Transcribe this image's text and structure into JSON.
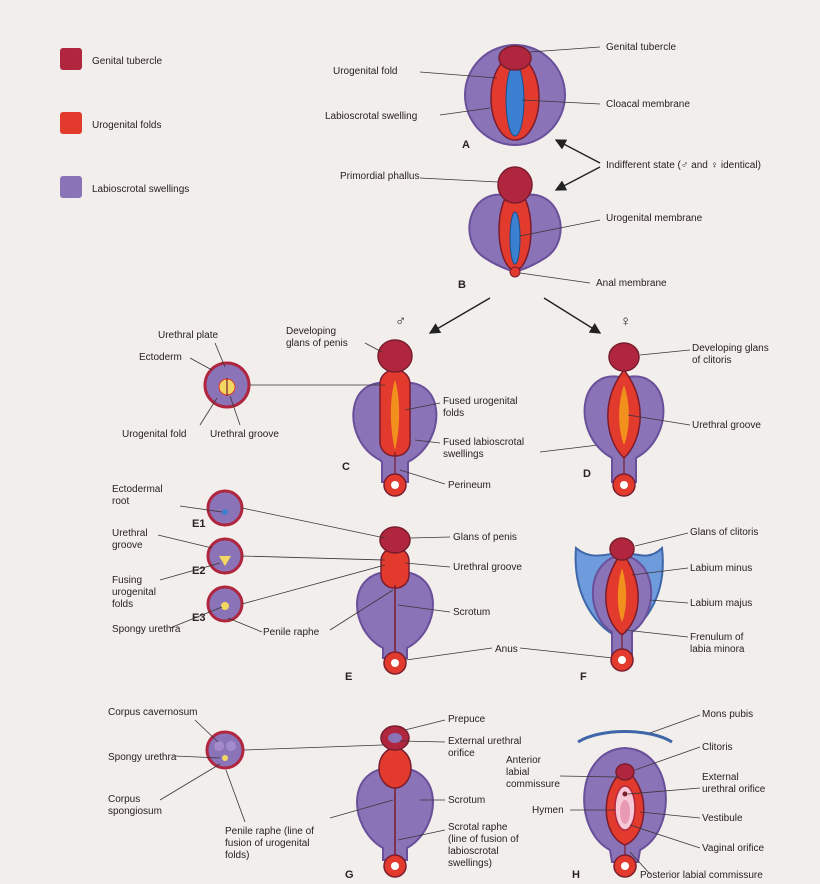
{
  "legend": [
    {
      "key": "genital_tubercle",
      "label": "Genital tubercle",
      "color": "#b1263f"
    },
    {
      "key": "urogenital_folds",
      "label": "Urogenital folds",
      "color": "#e23a2c"
    },
    {
      "key": "labioscrotal_swellings",
      "label": "Labioscrotal swellings",
      "color": "#8a73b7"
    }
  ],
  "colors": {
    "background": "#f1eeec",
    "swelling": "#8a73b7",
    "swelling_edge": "#6a4f9a",
    "fold": "#e23a2c",
    "tubercle": "#b1263f",
    "groove": "#f2901e",
    "membrane": "#3a7fd0",
    "outline": "#7a1d2e"
  },
  "stage_letters": {
    "a": "A",
    "b": "B",
    "c": "C",
    "d": "D",
    "e": "E",
    "f": "F",
    "g": "G",
    "h": "H",
    "e1": "E1",
    "e2": "E2",
    "e3": "E3"
  },
  "symbols": {
    "male": "♂",
    "female": "♀"
  },
  "labels": {
    "A": {
      "genital_tubercle": "Genital tubercle",
      "urogenital_fold": "Urogenital fold",
      "labioscrotal_swelling": "Labioscrotal swelling",
      "cloacal_membrane": "Cloacal membrane",
      "indifferent_state": "Indifferent state (♂ and ♀ identical)"
    },
    "B": {
      "primordial_phallus": "Primordial phallus",
      "urogenital_membrane": "Urogenital membrane",
      "anal_membrane": "Anal membrane"
    },
    "C": {
      "urethral_plate": "Urethral plate",
      "ectoderm": "Ectoderm",
      "urogenital_fold": "Urogenital fold",
      "urethral_groove": "Urethral groove",
      "developing_glans_1": "Developing",
      "developing_glans_2": "glans of penis",
      "fused_urogenital_1": "Fused urogenital",
      "fused_urogenital_2": "folds",
      "fused_labioscrotal_1": "Fused labioscrotal",
      "fused_labioscrotal_2": "swellings",
      "perineum": "Perineum"
    },
    "D": {
      "developing_glans_1": "Developing glans",
      "developing_glans_2": "of clitoris",
      "urethral_groove": "Urethral groove"
    },
    "E": {
      "ectodermal_1": "Ectodermal",
      "ectodermal_2": "root",
      "urethral_groove_1": "Urethral",
      "urethral_groove_2": "groove",
      "fusing_1": "Fusing",
      "fusing_2": "urogenital",
      "fusing_3": "folds",
      "spongy_urethra": "Spongy urethra",
      "penile_raphe": "Penile raphe",
      "glans_of_penis": "Glans of penis",
      "urethral_groove": "Urethral groove",
      "scrotum": "Scrotum",
      "anus": "Anus"
    },
    "F": {
      "glans_of_clitoris": "Glans of clitoris",
      "labium_minus": "Labium minus",
      "labium_majus": "Labium majus",
      "frenulum_1": "Frenulum of",
      "frenulum_2": "labia minora"
    },
    "G": {
      "corpus_cavernosum": "Corpus cavernosum",
      "spongy_urethra": "Spongy urethra",
      "corpus_spongiosum_1": "Corpus",
      "corpus_spongiosum_2": "spongiosum",
      "penile_raphe_1": "Penile raphe (line of",
      "penile_raphe_2": "fusion of urogenital",
      "penile_raphe_3": "folds)",
      "prepuce": "Prepuce",
      "ext_urethral_1": "External urethral",
      "ext_urethral_2": "orifice",
      "scrotum": "Scrotum",
      "scrotal_raphe_1": "Scrotal raphe",
      "scrotal_raphe_2": "(line of fusion of",
      "scrotal_raphe_3": "labioscrotal",
      "scrotal_raphe_4": "swellings)"
    },
    "H": {
      "mons_pubis": "Mons pubis",
      "clitoris": "Clitoris",
      "ant_commissure_1": "Anterior",
      "ant_commissure_2": "labial",
      "ant_commissure_3": "commissure",
      "ext_urethral_1": "External",
      "ext_urethral_2": "urethral orifice",
      "hymen": "Hymen",
      "vestibule": "Vestibule",
      "vaginal_orifice": "Vaginal orifice",
      "post_commissure": "Posterior labial commissure"
    }
  }
}
